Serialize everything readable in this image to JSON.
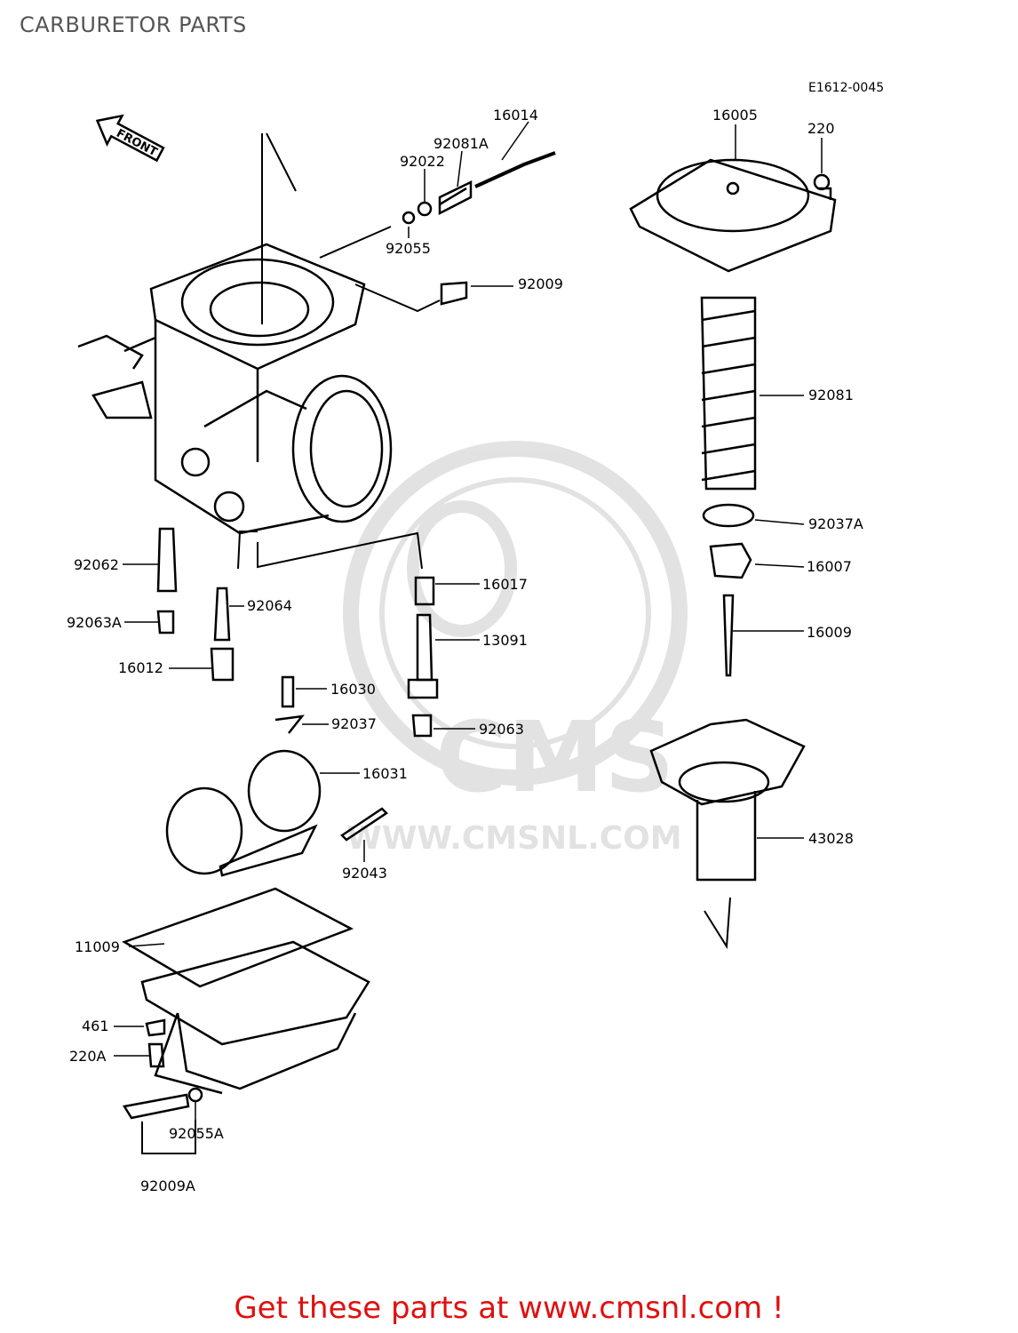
{
  "title": "CARBURETOR PARTS",
  "diagram_code": "E1612-0045",
  "front_label": "FRONT",
  "watermark": {
    "logo_text": "CMS",
    "url_text": "WWW.CMSNL.COM"
  },
  "parts": [
    {
      "id": "16014",
      "label": "16014"
    },
    {
      "id": "92081A",
      "label": "92081A"
    },
    {
      "id": "92022",
      "label": "92022"
    },
    {
      "id": "92055",
      "label": "92055"
    },
    {
      "id": "92009",
      "label": "92009"
    },
    {
      "id": "16005",
      "label": "16005"
    },
    {
      "id": "220",
      "label": "220"
    },
    {
      "id": "92081",
      "label": "92081"
    },
    {
      "id": "92037A",
      "label": "92037A"
    },
    {
      "id": "16007",
      "label": "16007"
    },
    {
      "id": "16009",
      "label": "16009"
    },
    {
      "id": "92062",
      "label": "92062"
    },
    {
      "id": "92064",
      "label": "92064"
    },
    {
      "id": "92063A",
      "label": "92063A"
    },
    {
      "id": "16012",
      "label": "16012"
    },
    {
      "id": "16017",
      "label": "16017"
    },
    {
      "id": "13091",
      "label": "13091"
    },
    {
      "id": "16030",
      "label": "16030"
    },
    {
      "id": "92037",
      "label": "92037"
    },
    {
      "id": "92063",
      "label": "92063"
    },
    {
      "id": "16031",
      "label": "16031"
    },
    {
      "id": "92043",
      "label": "92043"
    },
    {
      "id": "43028",
      "label": "43028"
    },
    {
      "id": "11009",
      "label": "11009"
    },
    {
      "id": "461",
      "label": "461"
    },
    {
      "id": "220A",
      "label": "220A"
    },
    {
      "id": "92055A",
      "label": "92055A"
    },
    {
      "id": "92009A",
      "label": "92009A"
    }
  ],
  "footer": {
    "text": "Get these parts at www.cmsnl.com !",
    "color": "#e01010"
  }
}
